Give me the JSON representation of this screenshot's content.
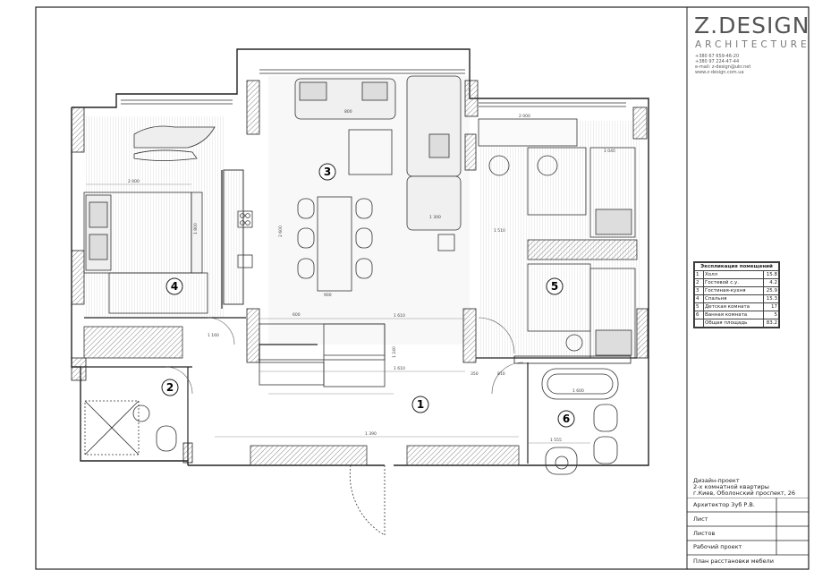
{
  "brand": {
    "name": "Z.DESIGN",
    "subtitle": "ARCHITECTURE",
    "contacts": [
      "+380 67 659-46-20",
      "+380 97 224-47-44",
      "e-mail: z-design@ukr.net",
      "www.z-design.com.ua"
    ]
  },
  "explication": {
    "title": "Экспликация помещений",
    "rows": [
      {
        "num": "1",
        "name": "Холл",
        "area": "15.8"
      },
      {
        "num": "2",
        "name": "Гостевой с.у.",
        "area": "4.2"
      },
      {
        "num": "3",
        "name": "Гостиная-кухня",
        "area": "25.9"
      },
      {
        "num": "4",
        "name": "Спальня",
        "area": "15.3"
      },
      {
        "num": "5",
        "name": "Детская комната",
        "area": "17"
      },
      {
        "num": "6",
        "name": "Ванная комната",
        "area": "5"
      }
    ],
    "total_label": "Общая площадь",
    "total_value": "83.2"
  },
  "project": {
    "line1": "Дизайн-проект",
    "line2": "2-х комнатной квартиры",
    "line3": "г.Киев, Оболонский проспект, 26"
  },
  "title_block": {
    "architect": "Архитектор Зуб Р.В.",
    "sheet": "Лист",
    "sheets": "Листов",
    "stage": "Рабочий проект",
    "drawing": "План расстановки мебели"
  },
  "rooms": [
    {
      "label": "1"
    },
    {
      "label": "2"
    },
    {
      "label": "3"
    },
    {
      "label": "4"
    },
    {
      "label": "5"
    },
    {
      "label": "6"
    }
  ],
  "dimensions": {
    "d_1610a": "1 610",
    "d_1610b": "1 610",
    "d_1390": "1 390",
    "d_900": "900",
    "d_2000a": "2 000",
    "d_2000b": "2 000",
    "d_1800": "1 800",
    "d_1600": "1 600",
    "d_1555": "1 555",
    "d_1160": "1 160",
    "d_1300": "1 300",
    "d_1510": "1 510",
    "d_600": "600",
    "d_350": "350",
    "d_810": "810",
    "d_800": "800",
    "d_1040": "1 040",
    "d_1240": "1 240",
    "d_2600": "2 600"
  }
}
